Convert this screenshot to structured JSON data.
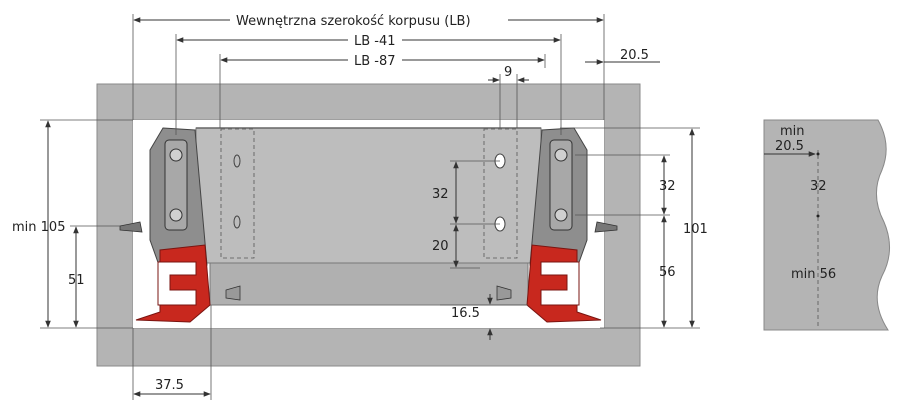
{
  "dimensions": {
    "inner_width": "Wewnętrzna szerokość korpusu (LB)",
    "lb_minus_41": "LB -41",
    "lb_minus_87": "LB -87",
    "offset_20_5": "20.5",
    "offset_9": "9",
    "left_32": "32",
    "left_20": "20",
    "right_32": "32",
    "height_101": "101",
    "min_105": "min 105",
    "height_51": "51",
    "height_56": "56",
    "bottom_16_5": "16.5",
    "bottom_37_5": "37.5"
  },
  "side_panel": {
    "min_label": "min",
    "min_value": "20.5",
    "spacing_32": "32",
    "min_56": "min 56"
  },
  "colors": {
    "cabinet": "#b4b4b4",
    "drawer": "#bdbdbd",
    "runner": "#c8281e",
    "bracket": "#8e8e8e",
    "dimension": "#333333"
  }
}
